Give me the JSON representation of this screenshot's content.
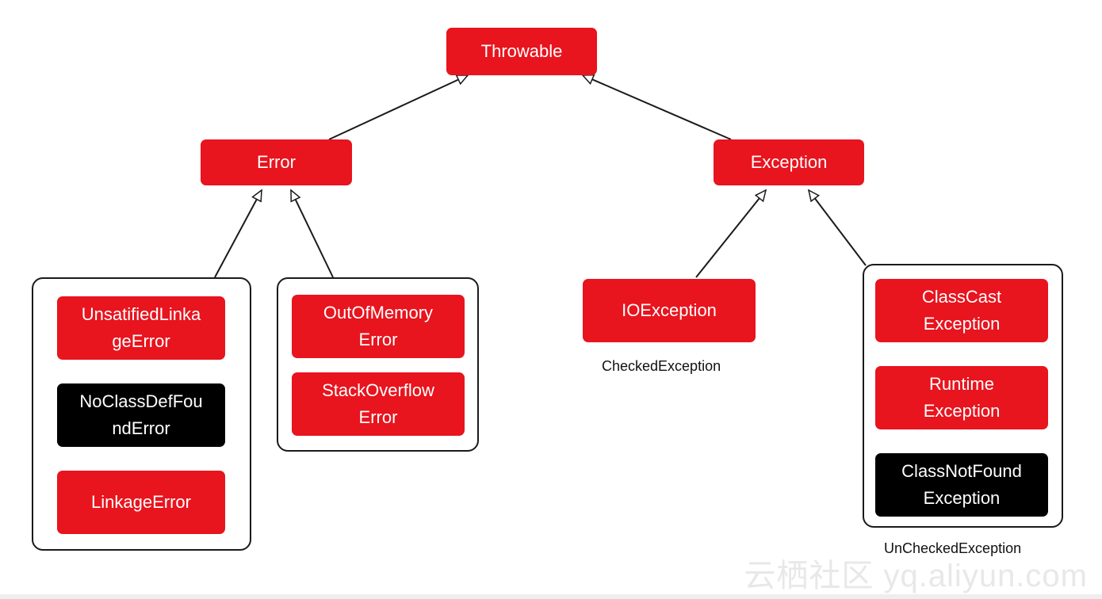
{
  "colors": {
    "red": "#e8141e",
    "black": "#000000",
    "line": "#1a1a1a"
  },
  "nodes": {
    "throwable": "Throwable",
    "error": "Error",
    "exception": "Exception",
    "unsatisfied_linkage_error": "UnsatifiedLinka\ngeError",
    "no_class_def_found_error": "NoClassDefFou\nndError",
    "linkage_error": "LinkageError",
    "out_of_memory_error": "OutOfMemory\nError",
    "stack_overflow_error": "StackOverflow\nError",
    "io_exception": "IOException",
    "class_cast_exception": "ClassCast\nException",
    "runtime_exception": "Runtime\nException",
    "class_not_found_exception": "ClassNotFound\nException"
  },
  "captions": {
    "checked": "CheckedException",
    "unchecked": "UnCheckedException"
  },
  "watermark": "云栖社区 yq.aliyun.com"
}
